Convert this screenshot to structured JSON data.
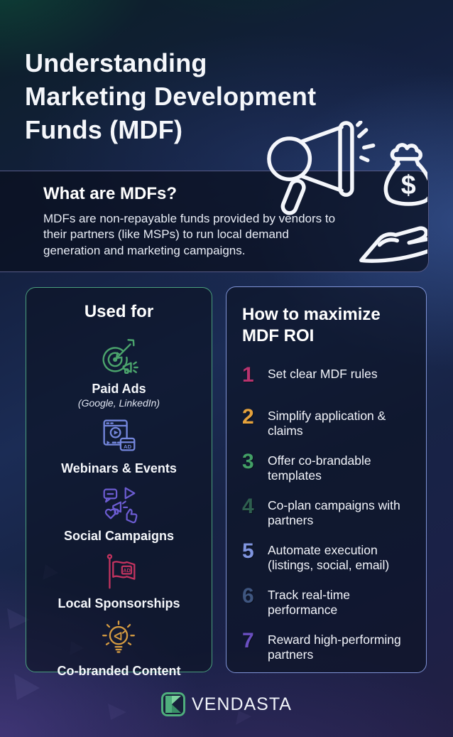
{
  "page": {
    "title": "Understanding\nMarketing Development\nFunds (MDF)"
  },
  "what_are": {
    "heading": "What are MDFs?",
    "body": "MDFs are non-repayable funds provided by vendors to their partners (like MSPs) to run local demand generation and marketing campaigns."
  },
  "used_for": {
    "heading": "Used for",
    "border_color": "#4a9f7d",
    "items": [
      {
        "label": "Paid Ads",
        "sublabel": "(Google, LinkedIn)",
        "icon": "target-dart-megaphone-icon",
        "color": "#4ba46c"
      },
      {
        "label": "Webinars & Events",
        "icon": "browser-video-ad-icon",
        "color": "#7487dd"
      },
      {
        "label": "Social Campaigns",
        "icon": "social-engagement-icon",
        "color": "#6c5cd2"
      },
      {
        "label": "Local Sponsorships",
        "icon": "ad-flag-icon",
        "color": "#c2335f"
      },
      {
        "label": "Co-branded Content",
        "icon": "idea-bulb-megaphone-icon",
        "color": "#d49a41"
      }
    ]
  },
  "maximize": {
    "heading": "How to maximize\nMDF ROI",
    "border_color": "#7f93d6",
    "steps": [
      {
        "number": "1",
        "color": "#b8336e",
        "text": "Set clear MDF rules"
      },
      {
        "number": "2",
        "color": "#e5a23c",
        "text": "Simplify application & claims"
      },
      {
        "number": "3",
        "color": "#43a066",
        "text": "Offer co-brandable templates"
      },
      {
        "number": "4",
        "color": "#2e5f4f",
        "text": "Co-plan campaigns with partners"
      },
      {
        "number": "5",
        "color": "#8095e0",
        "text": "Automate execution (listings, social, email)"
      },
      {
        "number": "6",
        "color": "#3f5680",
        "text": "Track real-time performance"
      },
      {
        "number": "7",
        "color": "#6a4fc0",
        "text": "Reward high-performing partners"
      }
    ]
  },
  "what_card_border_color": "#565a86",
  "icon_text": {
    "ad_badge": "AD",
    "dollar": "$"
  },
  "footer": {
    "brand": "VENDASTA",
    "logo_green": "#4fae7d"
  }
}
